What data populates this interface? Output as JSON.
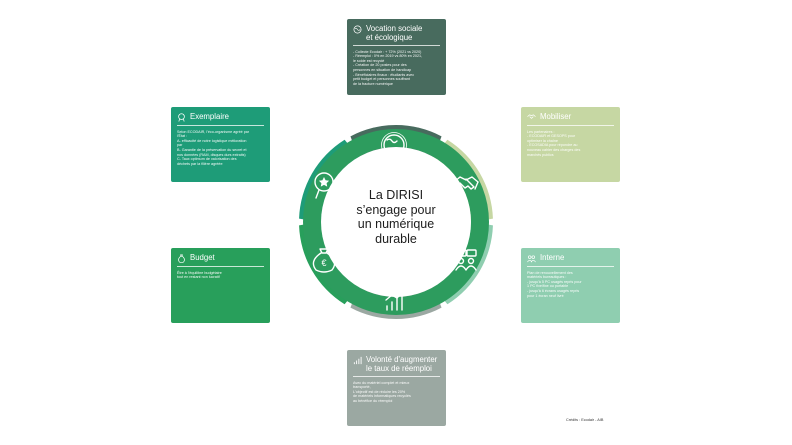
{
  "center": {
    "lines": [
      "La DIRISI",
      "s’engage pour",
      "un numérique",
      "durable"
    ]
  },
  "colors": {
    "vocation": "#486b5e",
    "exemplaire": "#1e9c78",
    "budget": "#289f5b",
    "mobiliser": "#c6d7a3",
    "interne": "#8fceb0",
    "volonte": "#9ba8a2",
    "ring_inner": "#2d9c5e"
  },
  "cards": {
    "vocation": {
      "title": "Vocation sociale\net écologique",
      "icon": "globe-icon",
      "body": "- Collecte Ecodair : + 72% (2021 vs 2020)\n- Réemploi : 0% en 2019 vs 80% en 2021,\nle solde est recyclé\n- Création de 20 postes pour des\npersonnes en situation de handicap\n- Bénéficiaires finaux : étudiants avec\npetit budget et personnes souffrant\nde la fracture numérique"
    },
    "exemplaire": {
      "title": "Exemplaire",
      "icon": "award-icon",
      "body": "Selon ECODAIR, l'éco-organisme agréé par\nl'État :\nA- efficacité de notre logistique mélioration\npar\nB- Garantie de la préservation du secret et\nnos données (RAM, disques durs extraits)\nC- Taux optimum de valorisation des\ndéchets par la filière agréée"
    },
    "budget": {
      "title": "Budget",
      "icon": "money-bag-icon",
      "body": "Être à l'équilibre budgétaire\ntout en restant non lucratif"
    },
    "mobiliser": {
      "title": "Mobiliser",
      "icon": "handshake-icon",
      "body": "Les partenaires :\n- ECODAIR et GESOPS pour\noptimiser la chaîne\n- ECOSADIA pour répondre au\nnouveau cahier des charges des\nmarchés publics"
    },
    "interne": {
      "title": "Interne",
      "icon": "people-icon",
      "body": "Plan de renouvellement des\nmatériels bureautiques :\n- jusqu'à 5 PC usagés repris pour\n1 PC fixe/fixe ou portable\n- jusqu'à 6 écrans usagés repris\npour 1 écran neuf livré"
    },
    "volonte": {
      "title": "Volonté d'augmenter\nle taux de réemploi",
      "icon": "bar-chart-icon",
      "body": "Avec du matériel complet et mieux\ntransporté,\nL'objectif est de réduire les 20%\nde matériels informatiques recyclés\nau bénéfice du réemploi"
    }
  },
  "credits": "Crédits : Ecodair - AIB"
}
